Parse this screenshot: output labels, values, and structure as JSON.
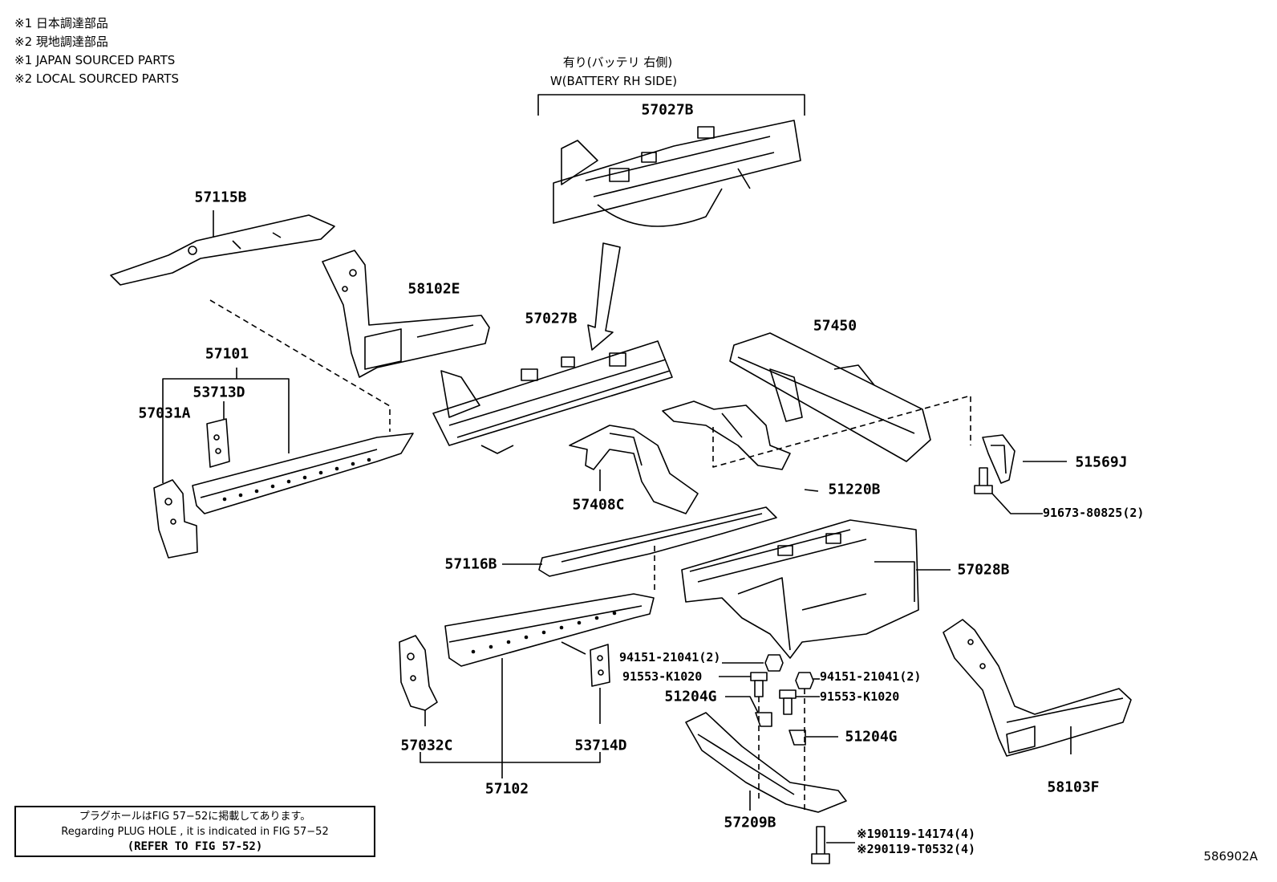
{
  "legend": {
    "line1": "※1 日本調達部品",
    "line2": "※2 現地調達部品",
    "line3": "※1 JAPAN SOURCED PARTS",
    "line4": "※2 LOCAL SOURCED PARTS"
  },
  "header": {
    "jp": "有り(バッテリ 右側)",
    "en": "W(BATTERY RH SIDE)"
  },
  "parts": {
    "p57027B_top": "57027B",
    "p57115B": "57115B",
    "p58102E": "58102E",
    "p57027B_mid": "57027B",
    "p57450": "57450",
    "p57101": "57101",
    "p53713D": "53713D",
    "p57031A": "57031A",
    "p51569J": "51569J",
    "p51220B": "51220B",
    "p57408C": "57408C",
    "p91673": "91673-80825(2)",
    "p57116B": "57116B",
    "p57028B": "57028B",
    "p94151_l": "94151-21041(2)",
    "p91553_l": "91553-K1020",
    "p94151_r": "94151-21041(2)",
    "p91553_r": "91553-K1020",
    "p51204G_l": "51204G",
    "p51204G_r": "51204G",
    "p57032C": "57032C",
    "p53714D": "53714D",
    "p57102": "57102",
    "p57209B": "57209B",
    "p58103F": "58103F",
    "p90119_1": "※190119-14174(4)",
    "p90119_2": "※290119-T0532(4)"
  },
  "note": {
    "jp": "プラグホールはFIG 57−52に掲載してあります。",
    "en": "Regarding  PLUG HOLE , it is indicated in FIG  57−52",
    "ref": "(REFER TO FIG 57-52)"
  },
  "figure_code": "586902A"
}
